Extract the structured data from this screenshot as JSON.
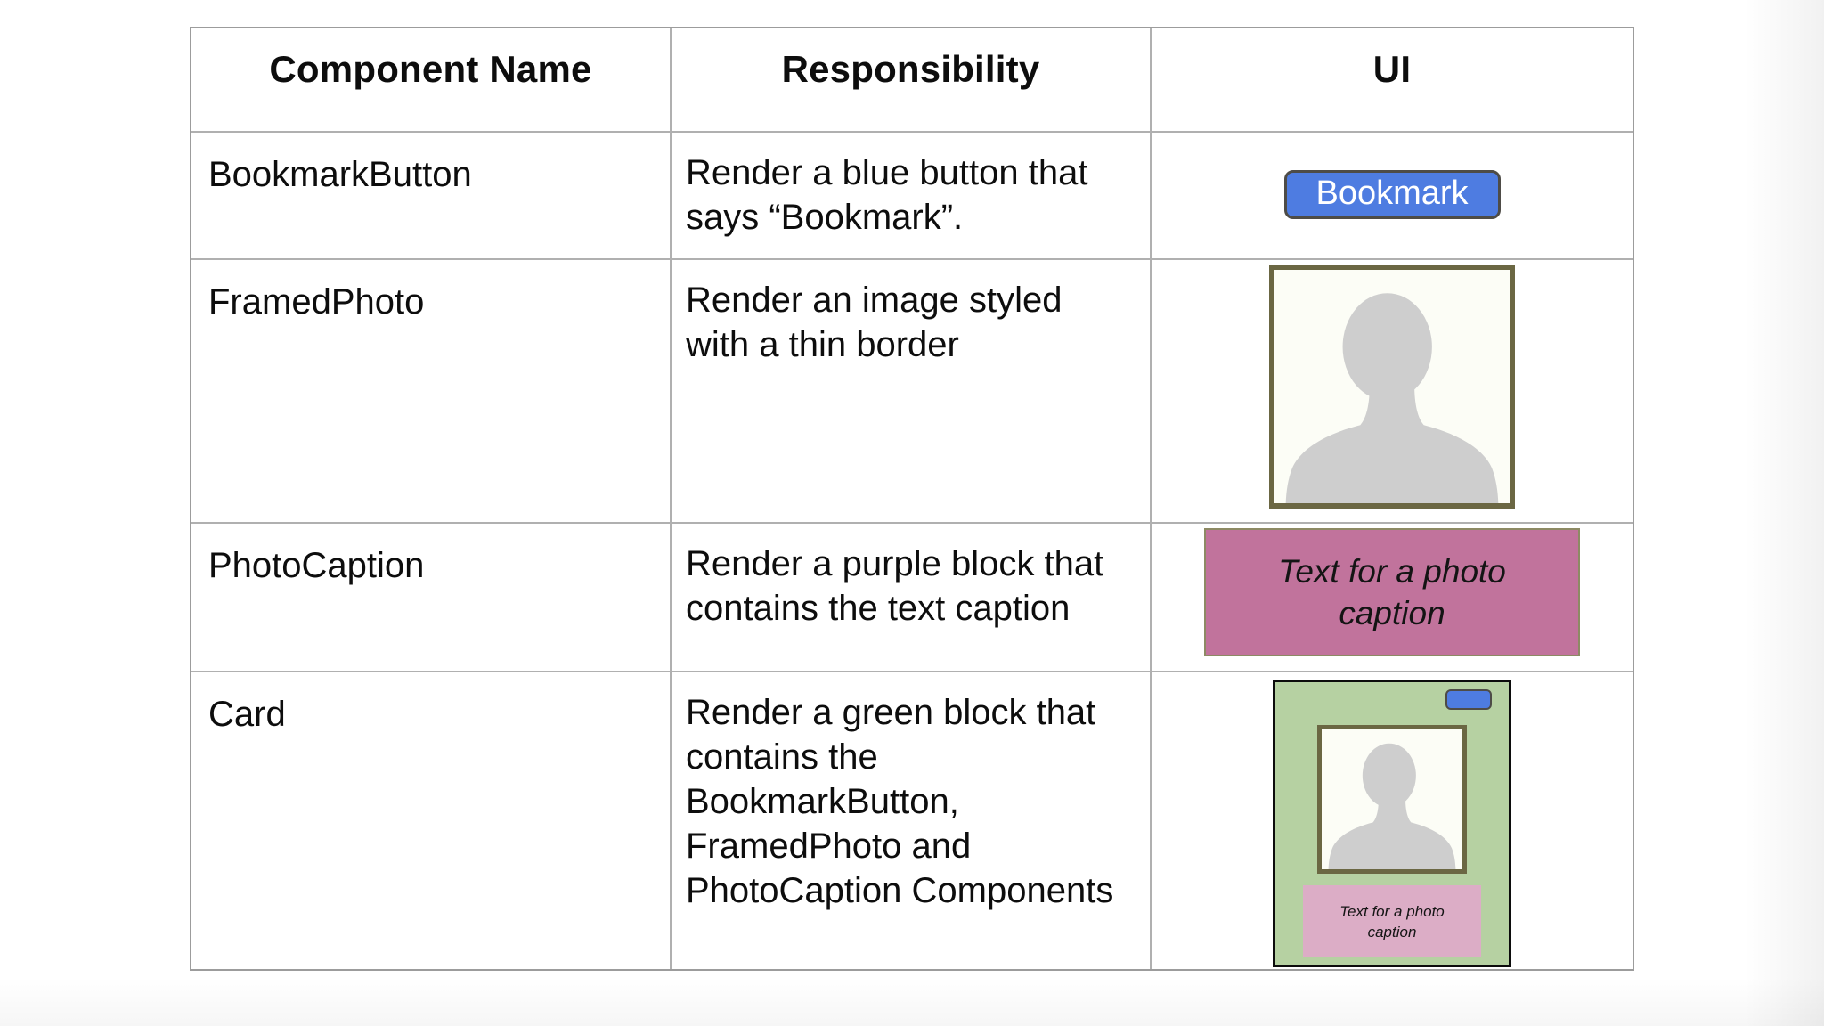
{
  "table": {
    "headers": {
      "component_name": "Component Name",
      "responsibility": "Responsibility",
      "ui": "UI"
    },
    "rows": [
      {
        "name": "BookmarkButton",
        "responsibility": "Render a blue button that says “Bookmark”.",
        "responsibility_lines": [
          "Render a blue button that",
          "says “Bookmark”."
        ],
        "ui": {
          "type": "button",
          "button_label": "Bookmark"
        }
      },
      {
        "name": "FramedPhoto",
        "responsibility": "Render an image styled with a thin border",
        "responsibility_lines": [
          "Render an image styled",
          "with a thin border"
        ],
        "ui": {
          "type": "framed-image",
          "image": "person-placeholder"
        }
      },
      {
        "name": "PhotoCaption",
        "responsibility": "Render a purple block that contains the text caption",
        "responsibility_lines": [
          "Render a purple block that",
          "contains the text caption"
        ],
        "ui": {
          "type": "caption-block",
          "caption_text": "Text for a photo caption"
        }
      },
      {
        "name": "Card",
        "responsibility": "Render a green block that contains the BookmarkButton, FramedPhoto and PhotoCaption Components",
        "responsibility_lines": [
          "Render a green block that",
          "contains the",
          "BookmarkButton,",
          "FramedPhoto and",
          "PhotoCaption Components"
        ],
        "ui": {
          "type": "card",
          "caption_text": "Text for a photo caption"
        }
      }
    ],
    "colors": {
      "button_blue": "#4e7ce1",
      "frame_olive": "#6b6743",
      "caption_purple": "#c1739c",
      "card_green": "#b6d1a2",
      "card_caption_pink": "#dcadc6",
      "silhouette_gray": "#cecece"
    }
  }
}
